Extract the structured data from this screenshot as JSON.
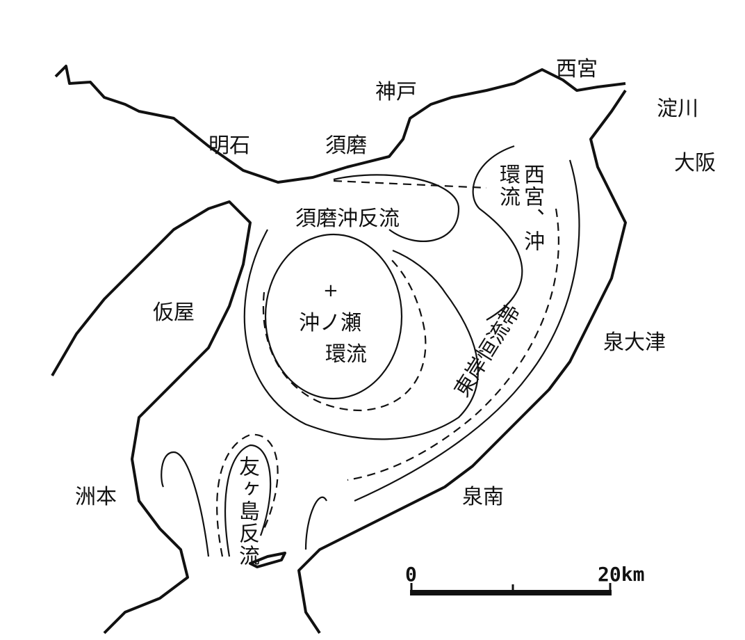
{
  "places": {
    "nishinomiya": "西宮",
    "kobe": "神戸",
    "yodogawa": "淀川",
    "akashi": "明石",
    "suma": "須磨",
    "osaka": "大阪",
    "kariya": "仮屋",
    "izumiotsu": "泉大津",
    "sumoto": "洲本",
    "sennan": "泉南"
  },
  "currents": {
    "suma_counter": "須磨沖反流",
    "nishinomiya_col1": "西宮、沖",
    "nishinomiya_col2": "環流",
    "okinose_1": "沖ノ瀬",
    "okinose_2": "環流",
    "east_coast": "東岸恒流帯",
    "tomogashima": "友ヶ島反流"
  },
  "scale": {
    "start": "0",
    "end": "20km"
  },
  "center_marker": "+"
}
